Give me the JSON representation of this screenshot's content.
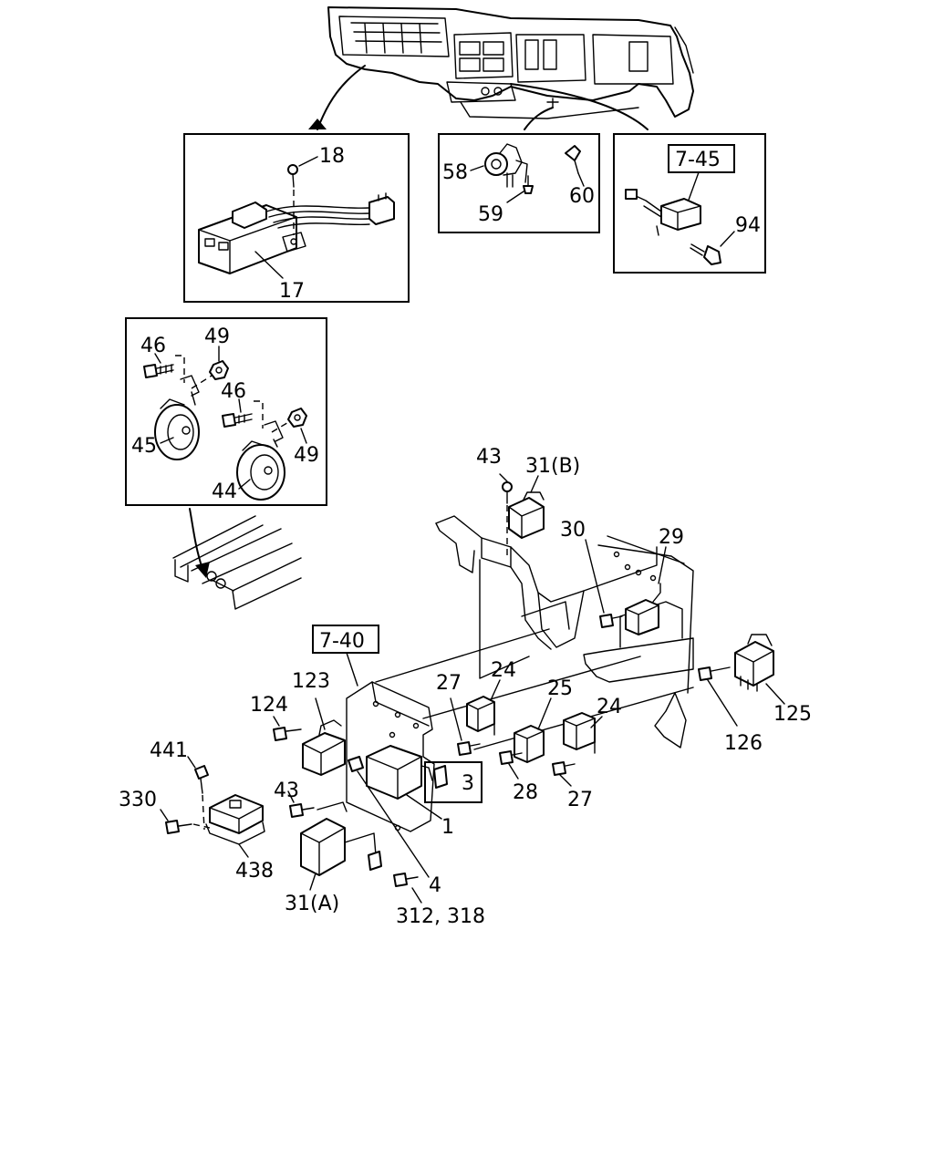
{
  "labels": {
    "l18": "18",
    "l17": "17",
    "l58": "58",
    "l59": "59",
    "l60": "60",
    "l94": "94",
    "l46a": "46",
    "l49a": "49",
    "l46b": "46",
    "l45": "45",
    "l49b": "49",
    "l44": "44",
    "l43a": "43",
    "l31b": "31(B)",
    "l30": "30",
    "l29": "29",
    "l123": "123",
    "l124": "124",
    "l441": "441",
    "l330": "330",
    "l438": "438",
    "l43b": "43",
    "l31a": "31(A)",
    "l31218": "312, 318",
    "l1": "1",
    "l4": "4",
    "l3": "3",
    "l27a": "27",
    "l24a": "24",
    "l25": "25",
    "l24b": "24",
    "l28": "28",
    "l27b": "27",
    "l126": "126",
    "l125": "125"
  },
  "refs": {
    "r745": "7-45",
    "r740": "7-40"
  }
}
